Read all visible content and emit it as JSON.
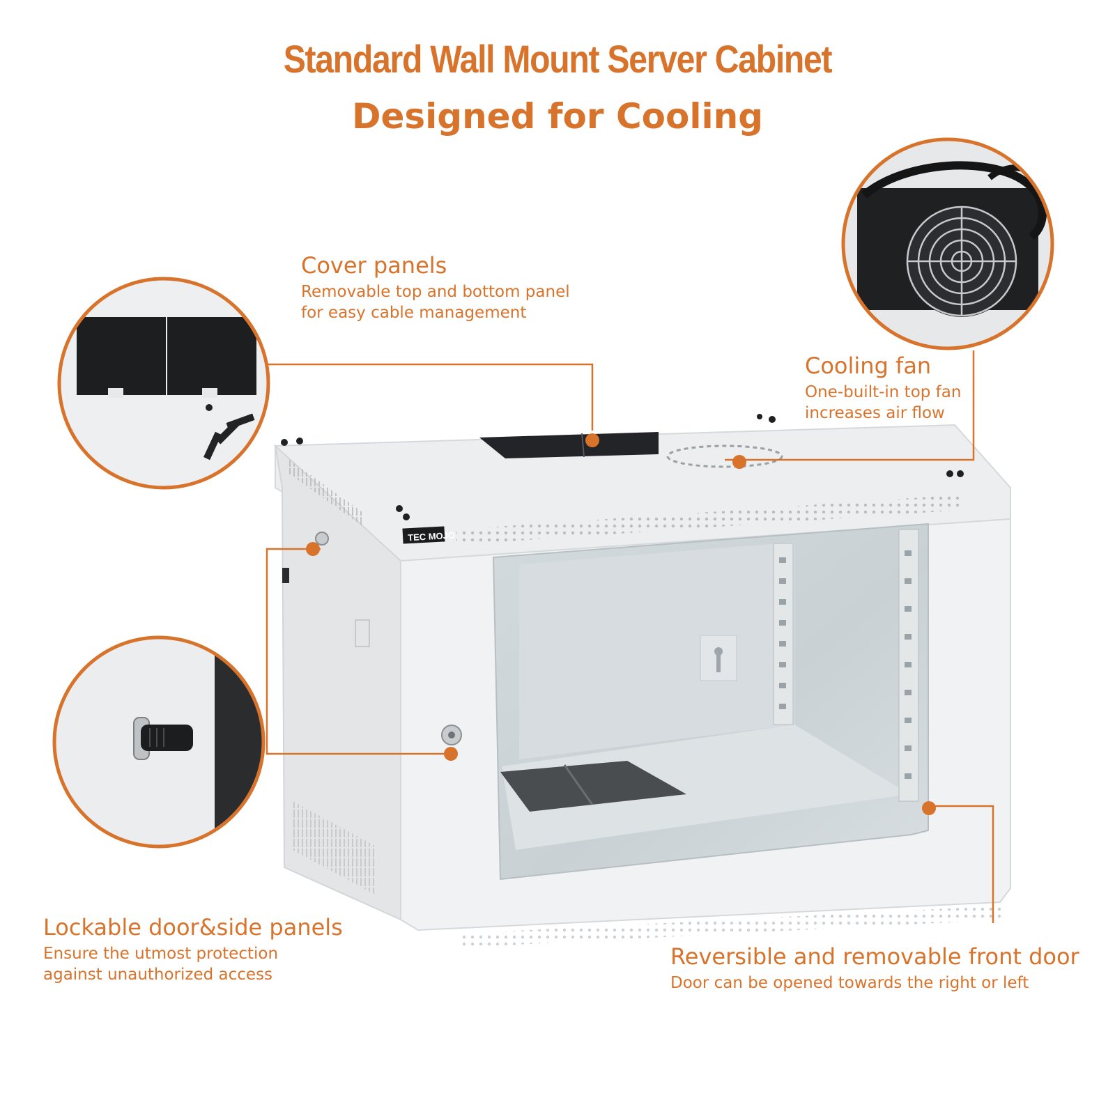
{
  "header": {
    "title": "Standard Wall Mount Server Cabinet",
    "subtitle": "Designed for Cooling"
  },
  "features": {
    "cover_panels": {
      "heading": "Cover panels",
      "desc_line1": "Removable top and bottom panel",
      "desc_line2": "for easy cable management"
    },
    "cooling_fan": {
      "heading": "Cooling fan",
      "desc_line1": "One-built-in top fan",
      "desc_line2": "increases air flow"
    },
    "lockable": {
      "heading": "Lockable door&side panels",
      "desc_line1": "Ensure the utmost protection",
      "desc_line2": "against unauthorized access"
    },
    "front_door": {
      "heading": "Reversible and removable front door",
      "desc_line1": "Door can be opened towards the right or left"
    }
  },
  "product": {
    "brand_logo": "TEC MOJO"
  },
  "colors": {
    "accent": "#d8732c",
    "cabinet": "#eceeef",
    "glass": "#cfd6da",
    "panel_dark": "#1e1f21"
  },
  "icons": {
    "callout_marker": "orange-dot-icon"
  }
}
